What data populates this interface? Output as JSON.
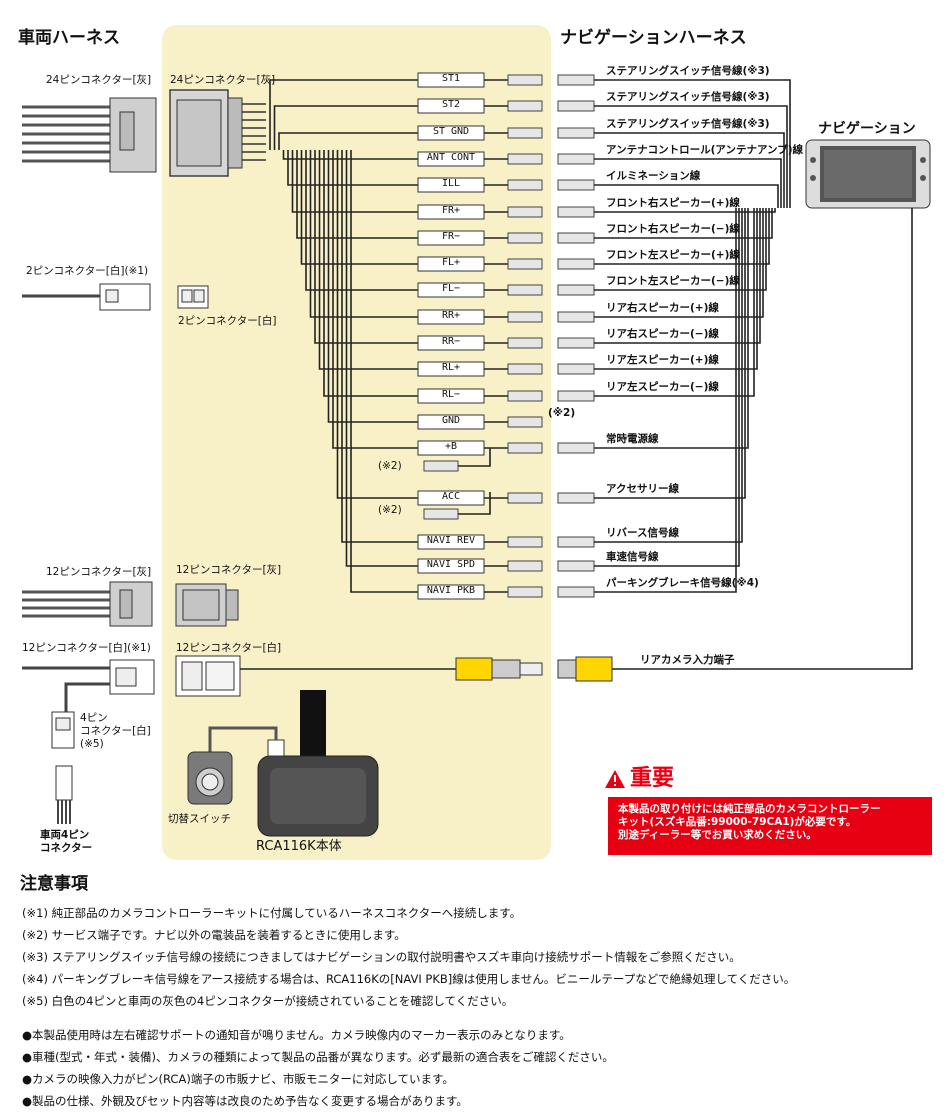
{
  "headings": {
    "vehicle_harness": "車両ハーネス",
    "navi_harness": "ナビゲーションハーネス",
    "navigation": "ナビゲーション"
  },
  "connectors": {
    "vehicle_24pin": "24ピンコネクター[灰]",
    "kit_24pin": "24ピンコネクター[灰]",
    "vehicle_2pin": "2ピンコネクター[白](※1)",
    "kit_2pin": "2ピンコネクター[白]",
    "vehicle_12pin_gray": "12ピンコネクター[灰]",
    "kit_12pin_gray": "12ピンコネクター[灰]",
    "vehicle_12pin_white": "12ピンコネクター[白](※1)",
    "kit_12pin_white": "12ピンコネクター[白]",
    "pin4_line1": "4ピン",
    "pin4_line2": "コネクター[白]",
    "pin4_line3": "(※5)",
    "car4_line1": "車両4ピン",
    "car4_line2": "コネクター",
    "switch": "切替スイッチ",
    "unit": "RCA116K本体"
  },
  "wires": [
    {
      "tag": "ST1",
      "desc": "ステアリングスイッチ信号線(※3)"
    },
    {
      "tag": "ST2",
      "desc": "ステアリングスイッチ信号線(※3)"
    },
    {
      "tag": "ST GND",
      "desc": "ステアリングスイッチ信号線(※3)"
    },
    {
      "tag": "ANT CONT",
      "desc": "アンテナコントロール(アンテナアンプ)線"
    },
    {
      "tag": "ILL",
      "desc": "イルミネーション線"
    },
    {
      "tag": "FR+",
      "desc": "フロント右スピーカー(+)線"
    },
    {
      "tag": "FR−",
      "desc": "フロント右スピーカー(−)線"
    },
    {
      "tag": "FL+",
      "desc": "フロント左スピーカー(+)線"
    },
    {
      "tag": "FL−",
      "desc": "フロント左スピーカー(−)線"
    },
    {
      "tag": "RR+",
      "desc": "リア右スピーカー(+)線"
    },
    {
      "tag": "RR−",
      "desc": "リア右スピーカー(−)線"
    },
    {
      "tag": "RL+",
      "desc": "リア左スピーカー(+)線"
    },
    {
      "tag": "RL−",
      "desc": "リア左スピーカー(−)線"
    },
    {
      "tag": "GND",
      "desc": "(※2)"
    },
    {
      "tag": "+B",
      "desc": "常時電源線"
    },
    {
      "tag": "ACC",
      "desc": "アクセサリー線"
    },
    {
      "tag": "NAVI REV",
      "desc": "リバース信号線"
    },
    {
      "tag": "NAVI SPD",
      "desc": "車速信号線"
    },
    {
      "tag": "NAVI PKB",
      "desc": "パーキングブレーキ信号線(※4)"
    }
  ],
  "service_note_1": "(※2)",
  "service_note_2": "(※2)",
  "rear_camera": "リアカメラ入力端子",
  "warning": {
    "title": "重要",
    "line1": "本製品の取り付けには純正部品のカメラコントローラー",
    "line2": "キット(スズキ品番:99000-79CA1)が必要です。",
    "line3": "別途ディーラー等でお買い求めください。"
  },
  "notes": {
    "title": "注意事項",
    "items": [
      "(※1) 純正部品のカメラコントローラーキットに付属しているハーネスコネクターへ接続します。",
      "(※2) サービス端子です。ナビ以外の電装品を装着するときに使用します。",
      "(※3) ステアリングスイッチ信号線の接続につきましてはナビゲーションの取付説明書やスズキ車向け接続サポート情報をご参照ください。",
      "(※4) パーキングブレーキ信号線をアース接続する場合は、RCA116Kの[NAVI PKB]線は使用しません。ビニールテープなどで絶縁処理してください。",
      "(※5) 白色の4ピンと車両の灰色の4ピンコネクターが接続されていることを確認してください。"
    ],
    "bullets": [
      "●本製品使用時は左右確認サポートの通知音が鳴りません。カメラ映像内のマーカー表示のみとなります。",
      "●車種(型式・年式・装備)、カメラの種類によって製品の品番が異なります。必ず最新の適合表をご確認ください。",
      "●カメラの映像入力がピン(RCA)端子の市販ナビ、市販モニターに対応しています。",
      "●製品の仕様、外観及びセット内容等は改良のため予告なく変更する場合があります。"
    ]
  }
}
